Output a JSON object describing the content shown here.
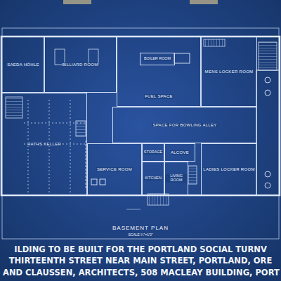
{
  "diagram": {
    "title": "BASEMENT PLAN",
    "caption": "SCALE ¼\"=1'0\"",
    "nodes": [
      {
        "text": [
          "SAEDA HÖHLE"
        ]
      },
      {
        "text": [
          "BILLIARD ROOM"
        ]
      },
      {
        "text": [
          "FUEL SPACE"
        ]
      },
      {
        "text": [
          "BOILER ROOM"
        ],
        "in": 2
      },
      {
        "text": [
          "MENS LOCKER ROOM"
        ]
      },
      {
        "text": [
          "RATHS KELLER"
        ]
      },
      {
        "text": [
          "SPACE FOR BOWLING ALLEY"
        ]
      },
      {
        "text": [
          "SERVICE ROOM"
        ]
      },
      {
        "text": [
          "STORAGE"
        ]
      },
      {
        "text": [
          "ALCOVE"
        ]
      },
      {
        "text": [
          "KITCHEN"
        ]
      },
      {
        "text": [
          "LIVING ROOM"
        ]
      },
      {
        "text": [
          "LADIES LOCKER ROOM"
        ]
      }
    ],
    "labels": [
      "ILDING TO BE BUILT FOR THE PORTLAND SOCIAL TURNV",
      "THIRTEENTH STREET NEAR MAIN STREET, PORTLAND, ORE",
      "AND CLAUSSEN, ARCHITECTS, 508 MACLEAY BUILDING, PORT"
    ]
  }
}
